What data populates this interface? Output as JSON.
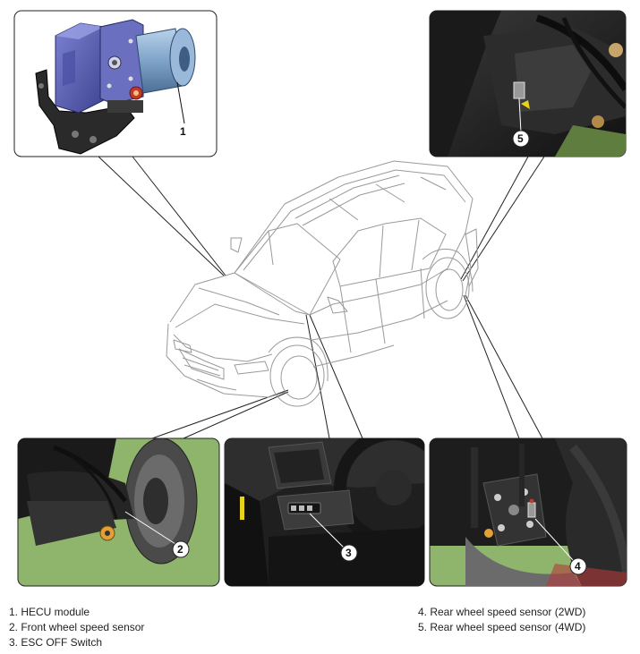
{
  "callouts": {
    "c1": "1",
    "c2": "2",
    "c3": "3",
    "c4": "4",
    "c5": "5"
  },
  "legend": {
    "left": [
      "1. HECU module",
      "2. Front wheel speed sensor",
      "3. ESC OFF Switch"
    ],
    "right": [
      "4. Rear wheel speed sensor (2WD)",
      "5. Rear wheel speed sensor (4WD)"
    ]
  },
  "colors": {
    "photo_background_green": "#8fb56c",
    "hecu_body_blue": "#5c62b8",
    "motor_cylinder": "#8fb2d6",
    "sensor_yellow": "#e8d21a"
  }
}
